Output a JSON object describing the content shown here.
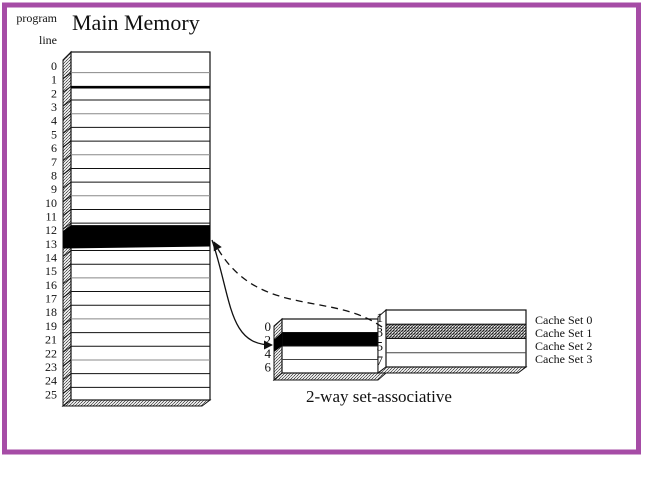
{
  "frame": {
    "border_color": "#a64ca6"
  },
  "main_memory": {
    "title": "Main Memory",
    "axis_label_line1": "program",
    "axis_label_line2": "line",
    "line_labels": [
      "0",
      "1",
      "2",
      "3",
      "4",
      "5",
      "6",
      "7",
      "8",
      "9",
      "10",
      "11",
      "12",
      "13",
      "14",
      "15",
      "16",
      "17",
      "18",
      "19",
      "21",
      "22",
      "23",
      "24",
      "25"
    ],
    "highlighted_lines": [
      "12",
      "13"
    ]
  },
  "cache": {
    "caption": "2-way set-associative",
    "way0_line_labels": [
      "0",
      "2",
      "4",
      "6"
    ],
    "way1_line_labels": [
      "1",
      "3",
      "5",
      "7"
    ],
    "set_labels": [
      "Cache Set 0",
      "Cache Set 1",
      "Cache Set 2",
      "Cache Set 3"
    ],
    "way0_filled_set": 1,
    "way1_filled_set": 1
  },
  "mappings": [
    {
      "from": "main-memory-line-12-13",
      "to": "cache-way0-line-2",
      "style": "solid"
    },
    {
      "from": "cache-way1-line-3",
      "to": "main-memory-line-12-13",
      "style": "dashed"
    }
  ]
}
